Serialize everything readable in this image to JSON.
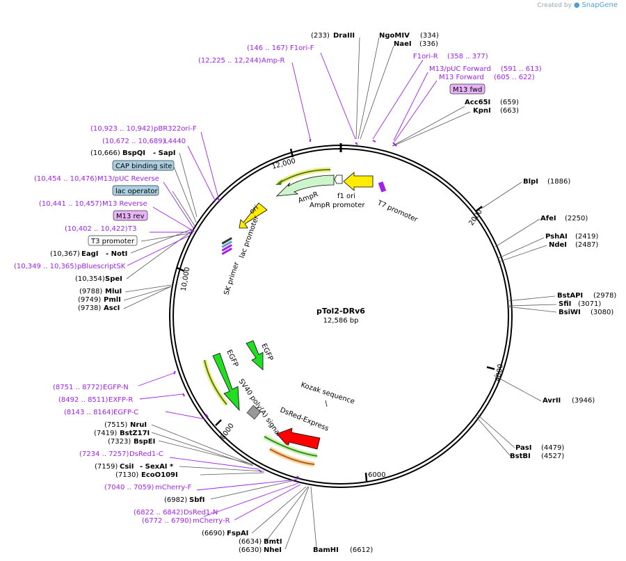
{
  "branding": {
    "created_by": "Created by",
    "product": "SnapGene"
  },
  "plasmid": {
    "name": "pTol2-DRv6",
    "length": "12,586 bp"
  },
  "colors": {
    "enzyme": "#000000",
    "primer": "#a020f0",
    "feature_label": "#000000",
    "ring": "#000000"
  },
  "ticks": [
    "2000",
    "4000",
    "6000",
    "8000",
    "10,000",
    "12,000"
  ],
  "enzymes": [
    {
      "name": "DraIII",
      "pos": "(233)"
    },
    {
      "name": "NgoMIV",
      "pos": "(334)"
    },
    {
      "name": "NaeI",
      "pos": "(336)"
    },
    {
      "name": "Acc65I",
      "pos": "(659)"
    },
    {
      "name": "KpnI",
      "pos": "(663)"
    },
    {
      "name": "BlpI",
      "pos": "(1886)"
    },
    {
      "name": "AfeI",
      "pos": "(2250)"
    },
    {
      "name": "PshAI",
      "pos": "(2419)"
    },
    {
      "name": "NdeI",
      "pos": "(2487)"
    },
    {
      "name": "BstAPI",
      "pos": "(2978)"
    },
    {
      "name": "SfiI",
      "pos": "(3071)"
    },
    {
      "name": "BsiWI",
      "pos": "(3080)"
    },
    {
      "name": "AvrII",
      "pos": "(3946)"
    },
    {
      "name": "PasI",
      "pos": "(4479)"
    },
    {
      "name": "BstBI",
      "pos": "(4527)"
    },
    {
      "name": "BamHI",
      "pos": "(6612)"
    },
    {
      "name": "NheI",
      "pos": "(6630)"
    },
    {
      "name": "BmtI",
      "pos": "(6634)"
    },
    {
      "name": "FspAI",
      "pos": "(6690)"
    },
    {
      "name": "SbfI",
      "pos": "(6982)"
    },
    {
      "name": "EcoO109I",
      "pos": "(7130)"
    },
    {
      "name": "CsiI",
      "pos": "(7159)"
    },
    {
      "name": "- SexAI *",
      "pos": ""
    },
    {
      "name": "BspEI",
      "pos": "(7323)"
    },
    {
      "name": "BstZ17I",
      "pos": "(7419)"
    },
    {
      "name": "NruI",
      "pos": "(7515)"
    },
    {
      "name": "AscI",
      "pos": "(9738)"
    },
    {
      "name": "PmlI",
      "pos": "(9749)"
    },
    {
      "name": "MluI",
      "pos": "(9788)"
    },
    {
      "name": "SpeI",
      "pos": "(10,354)"
    },
    {
      "name": "EagI",
      "pos": "(10,367)"
    },
    {
      "name": "- NotI",
      "pos": ""
    },
    {
      "name": "BspQI",
      "pos": "(10,666)"
    },
    {
      "name": "- SapI",
      "pos": ""
    }
  ],
  "primers": [
    {
      "name": "F1ori-F",
      "pos": "(146 .. 167)"
    },
    {
      "name": "Amp-R",
      "pos": "(12,225 .. 12,244)"
    },
    {
      "name": "F1ori-R",
      "pos": "(358 .. 377)"
    },
    {
      "name": "M13/pUC Forward",
      "pos": "(591 .. 613)"
    },
    {
      "name": "M13 Forward",
      "pos": "(605 .. 622)"
    },
    {
      "name": "pBR322ori-F",
      "pos": "(10,923 .. 10,942)"
    },
    {
      "name": "L4440",
      "pos": "(10,672 .. 10,689)"
    },
    {
      "name": "M13/pUC Reverse",
      "pos": "(10,454 .. 10,476)"
    },
    {
      "name": "M13 Reverse",
      "pos": "(10,441 .. 10,457)"
    },
    {
      "name": "T3",
      "pos": "(10,402 .. 10,422)"
    },
    {
      "name": "pBluescriptSK",
      "pos": "(10,349 .. 10,365)"
    },
    {
      "name": "EGFP-N",
      "pos": "(8751 .. 8772)"
    },
    {
      "name": "EXFP-R",
      "pos": "(8492 .. 8511)"
    },
    {
      "name": "EGFP-C",
      "pos": "(8143 .. 8164)"
    },
    {
      "name": "DsRed1-C",
      "pos": "(7234 .. 7257)"
    },
    {
      "name": "mCherry-F",
      "pos": "(7040 .. 7059)"
    },
    {
      "name": "DsRed1-N",
      "pos": "(6822 .. 6842)"
    },
    {
      "name": "mCherry-R",
      "pos": "(6772 .. 6790)"
    }
  ],
  "boxed_labels": [
    {
      "text": "M13 fwd",
      "fill": "#e8b4f8"
    },
    {
      "text": "CAP binding site",
      "fill": "#a9cfe0"
    },
    {
      "text": "lac operator",
      "fill": "#a9cfe0"
    },
    {
      "text": "M13 rev",
      "fill": "#e8b4f8"
    },
    {
      "text": "T3 promoter",
      "fill": "#ffffff"
    }
  ],
  "features": [
    {
      "name": "T7 promoter"
    },
    {
      "name": "f1 ori"
    },
    {
      "name": "AmpR promoter"
    },
    {
      "name": "AmpR"
    },
    {
      "name": "ori"
    },
    {
      "name": "lac promoter"
    },
    {
      "name": "SK primer"
    },
    {
      "name": "EGFP"
    },
    {
      "name": "EGFP"
    },
    {
      "name": "SV40 poly(A) signal"
    },
    {
      "name": "Kozak sequence"
    },
    {
      "name": "DsRed-Express"
    }
  ]
}
